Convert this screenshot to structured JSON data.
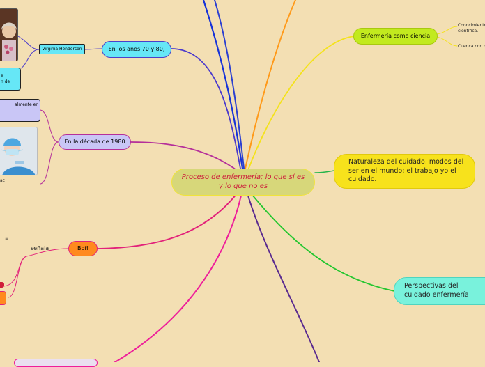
{
  "central": "Proceso de enfermería; lo que sí es y lo que no es",
  "nodes": {
    "ciencia": "Enfermería como ciencia",
    "naturaleza": "Naturaleza del cuidado, modos del ser en el mundo: el trabajo yo el cuidado.",
    "perspectivas": "Perspectivas del cuidado enfermería",
    "anios70": "En los años 70 y 80,",
    "virginia": "Virginia Henderson",
    "decada80": "En la década de 1980",
    "boff": "Boff"
  },
  "labels": {
    "conocimiento": "Conocimiento científica.",
    "cuenca": "Cuenca con m",
    "senala": "señala",
    "cut1_line1": "e",
    "cut1_line2": "n de",
    "cut2": "almente en",
    "cut3": "ac",
    "dash": "≡"
  },
  "colors": {
    "background": "#f3dfb3",
    "central": "#d7d77a",
    "ciencia": "#c2ea1e",
    "naturaleza": "#f7e21c",
    "perspectivas": "#79f2dc",
    "cyan": "#66e7f6",
    "lavender": "#c9c6f6",
    "boff": "#ff8a1f",
    "accent_text": "#cc1e3c"
  }
}
